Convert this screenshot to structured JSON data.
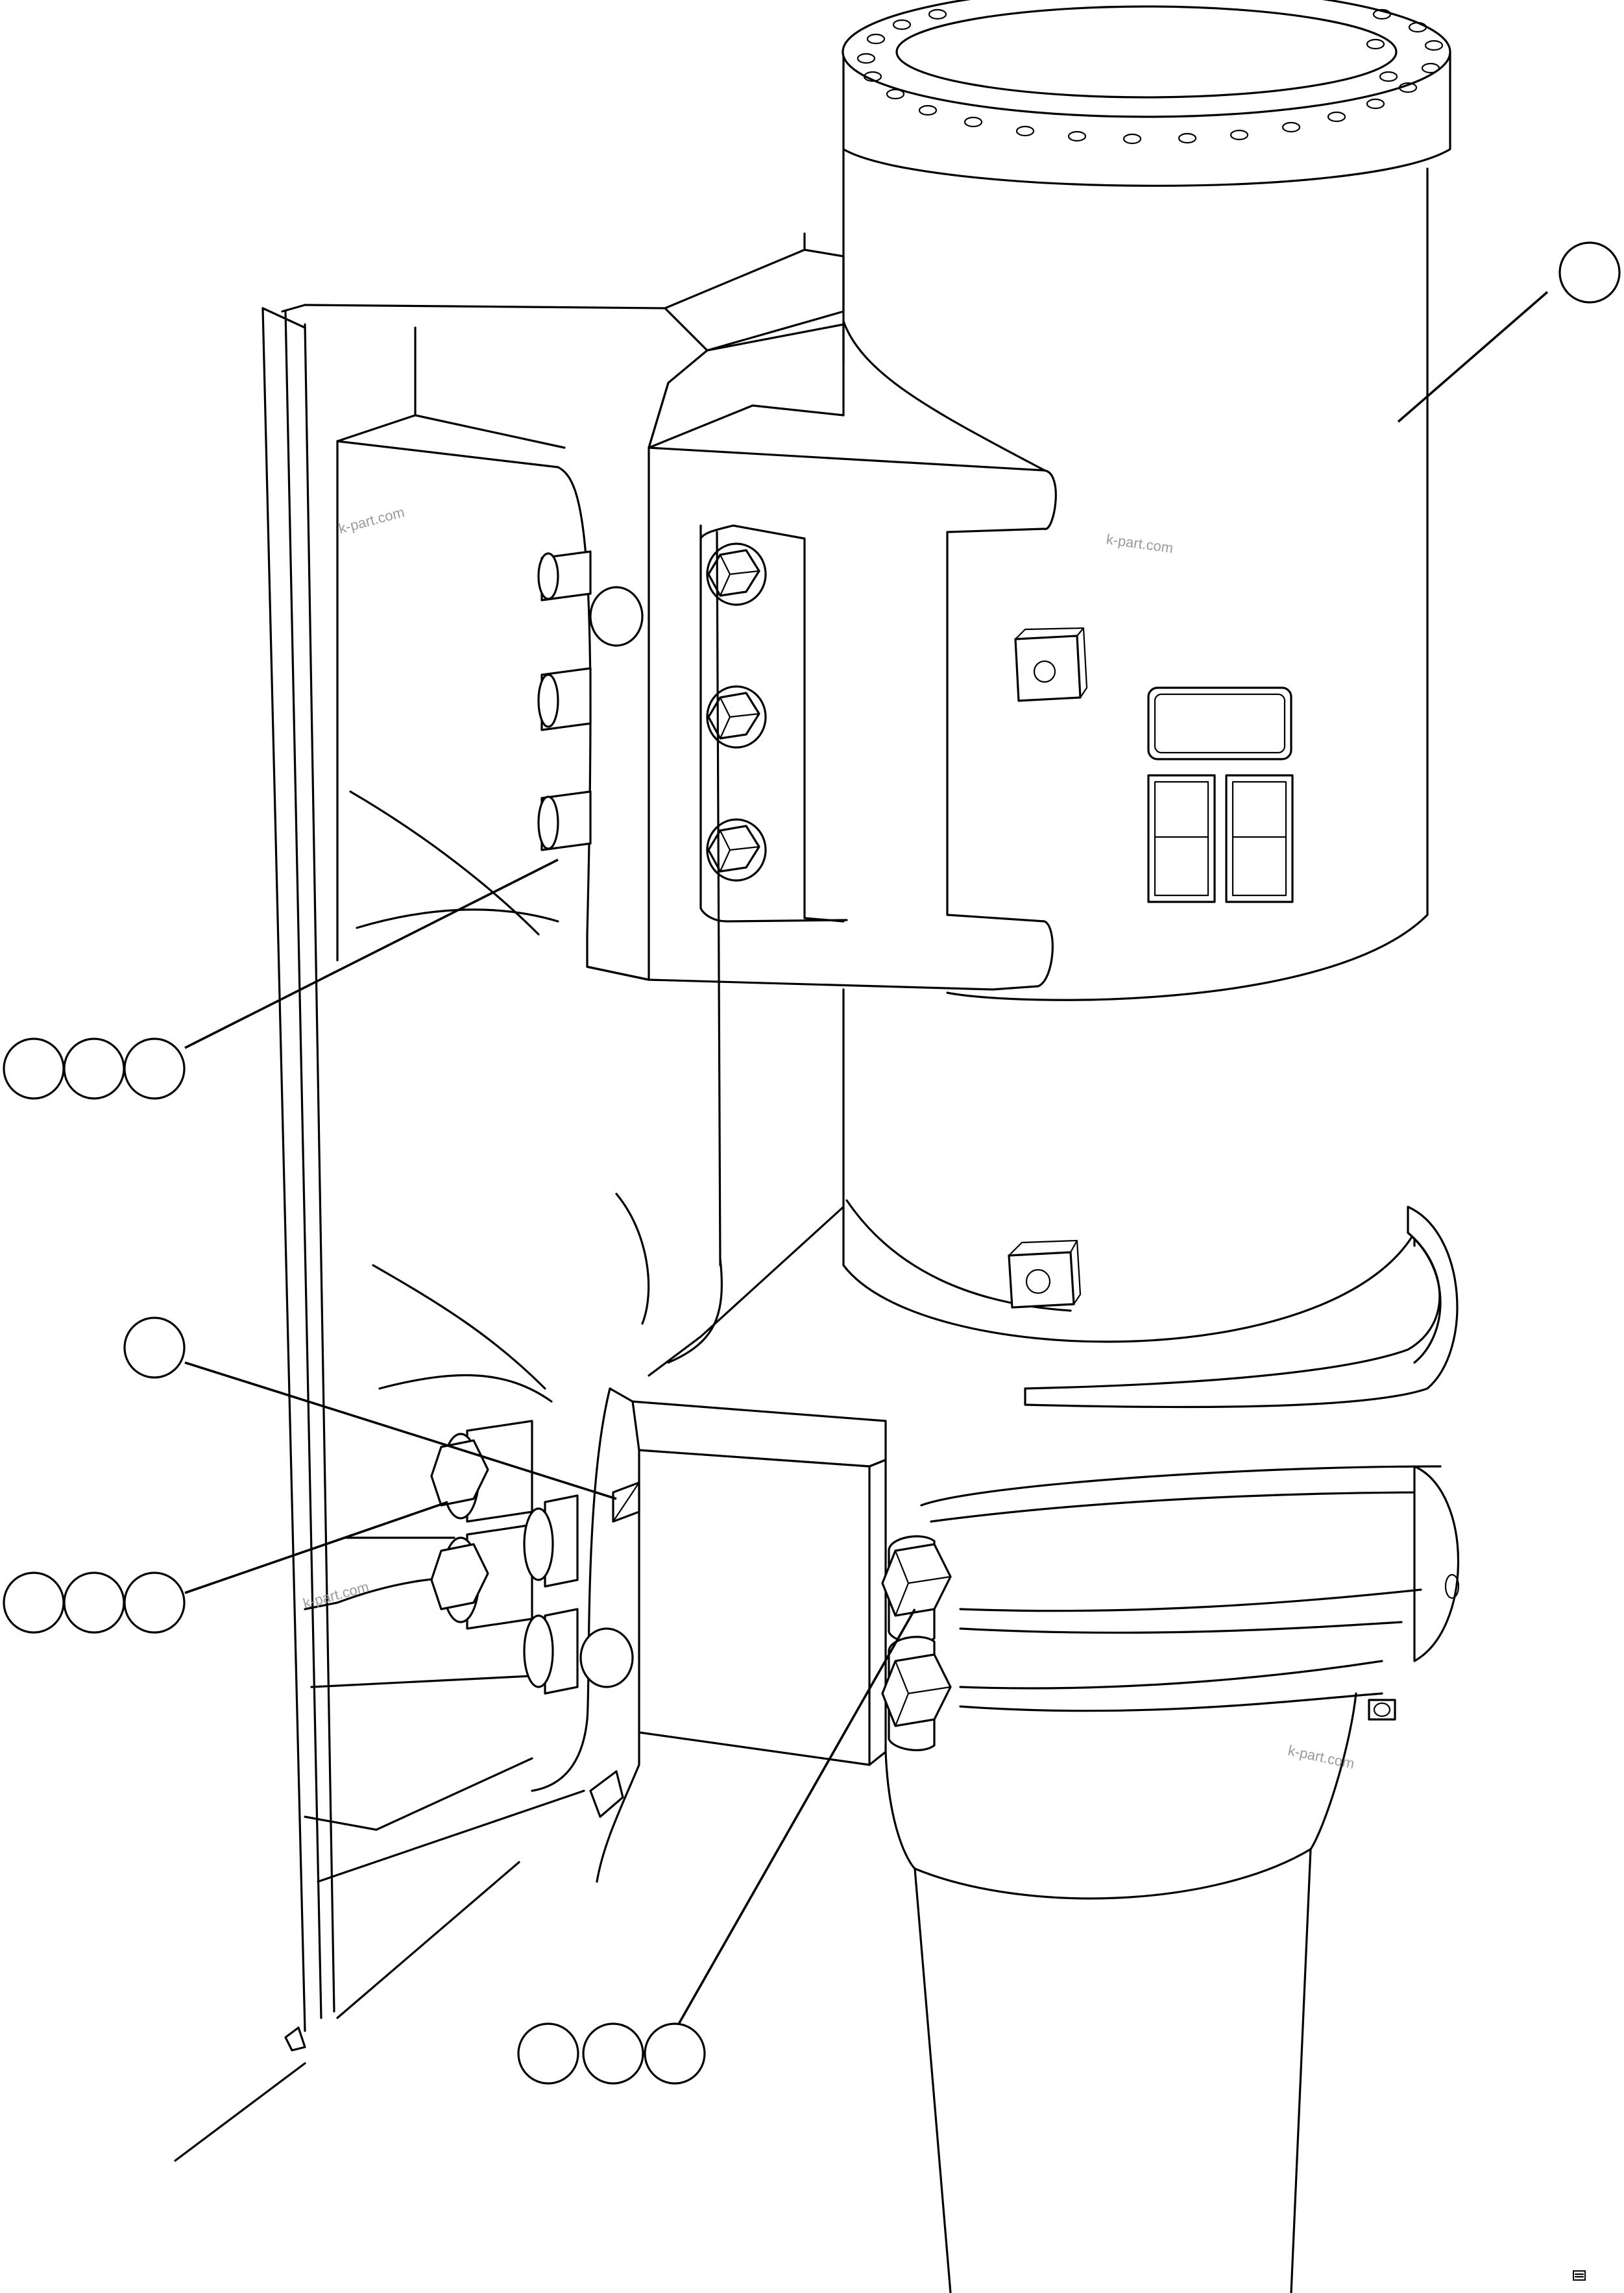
{
  "diagram": {
    "title": "",
    "watermark_text": "k-part.com",
    "callout_groups": [
      {
        "id": "cylinder",
        "labels": [
          ""
        ]
      },
      {
        "id": "upper-bolts",
        "labels": [
          "",
          "",
          ""
        ]
      },
      {
        "id": "pin",
        "labels": [
          ""
        ]
      },
      {
        "id": "lower-left-bolts",
        "labels": [
          "",
          "",
          ""
        ]
      },
      {
        "id": "lower-right-bolts",
        "labels": [
          "",
          "",
          ""
        ]
      }
    ]
  }
}
